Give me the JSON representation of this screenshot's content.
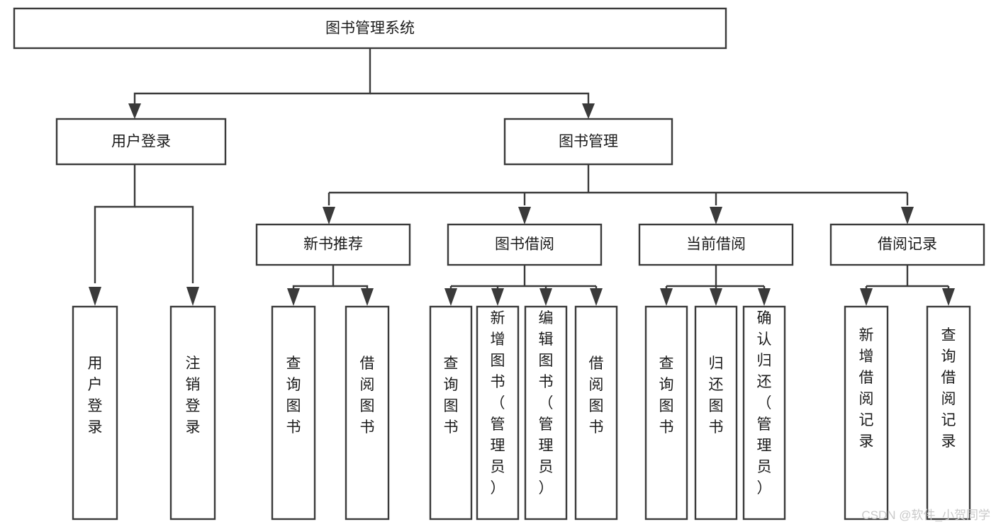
{
  "diagram": {
    "title": "图书管理系统",
    "type": "tree-hierarchy-chart",
    "root": {
      "id": "root",
      "label": "图书管理系统",
      "orientation": "horizontal"
    },
    "level2": [
      {
        "id": "user-login",
        "label": "用户登录",
        "orientation": "horizontal"
      },
      {
        "id": "book-manage",
        "label": "图书管理",
        "orientation": "horizontal"
      }
    ],
    "level3": [
      {
        "id": "new-book-recommend",
        "label": "新书推荐",
        "orientation": "horizontal",
        "parent": "book-manage"
      },
      {
        "id": "book-borrow",
        "label": "图书借阅",
        "orientation": "horizontal",
        "parent": "book-manage"
      },
      {
        "id": "current-borrow",
        "label": "当前借阅",
        "orientation": "horizontal",
        "parent": "book-manage"
      },
      {
        "id": "borrow-record",
        "label": "借阅记录",
        "orientation": "horizontal",
        "parent": "book-manage"
      }
    ],
    "leaves": [
      {
        "id": "leaf-user-login",
        "label": "用户登录",
        "orientation": "vertical",
        "parent": "user-login"
      },
      {
        "id": "leaf-logout-login",
        "label": "注销登录",
        "orientation": "vertical",
        "parent": "user-login"
      },
      {
        "id": "leaf-query-book-1",
        "label": "查询图书",
        "orientation": "vertical",
        "parent": "new-book-recommend"
      },
      {
        "id": "leaf-borrow-book-1",
        "label": "借阅图书",
        "orientation": "vertical",
        "parent": "new-book-recommend"
      },
      {
        "id": "leaf-query-book-2",
        "label": "查询图书",
        "orientation": "vertical",
        "parent": "book-borrow"
      },
      {
        "id": "leaf-add-book",
        "label": "新增图书（管理员）",
        "orientation": "vertical",
        "parent": "book-borrow"
      },
      {
        "id": "leaf-edit-book",
        "label": "编辑图书（管理员）",
        "orientation": "vertical",
        "parent": "book-borrow"
      },
      {
        "id": "leaf-borrow-book-2",
        "label": "借阅图书",
        "orientation": "vertical",
        "parent": "book-borrow"
      },
      {
        "id": "leaf-query-book-3",
        "label": "查询图书",
        "orientation": "vertical",
        "parent": "current-borrow"
      },
      {
        "id": "leaf-return-book",
        "label": "归还图书",
        "orientation": "vertical",
        "parent": "current-borrow"
      },
      {
        "id": "leaf-confirm-return",
        "label": "确认归还（管理员）",
        "orientation": "vertical",
        "parent": "current-borrow"
      },
      {
        "id": "leaf-add-record",
        "label": "新增借阅记录",
        "orientation": "vertical",
        "parent": "borrow-record"
      },
      {
        "id": "leaf-query-record",
        "label": "查询借阅记录",
        "orientation": "vertical",
        "parent": "borrow-record"
      }
    ]
  },
  "watermark": {
    "text": "CSDN @软件_小贺同学"
  },
  "colors": {
    "stroke": "#3a3a3a",
    "fill": "#ffffff",
    "text": "#1b1b1b",
    "watermark": "#c9c9c9"
  }
}
